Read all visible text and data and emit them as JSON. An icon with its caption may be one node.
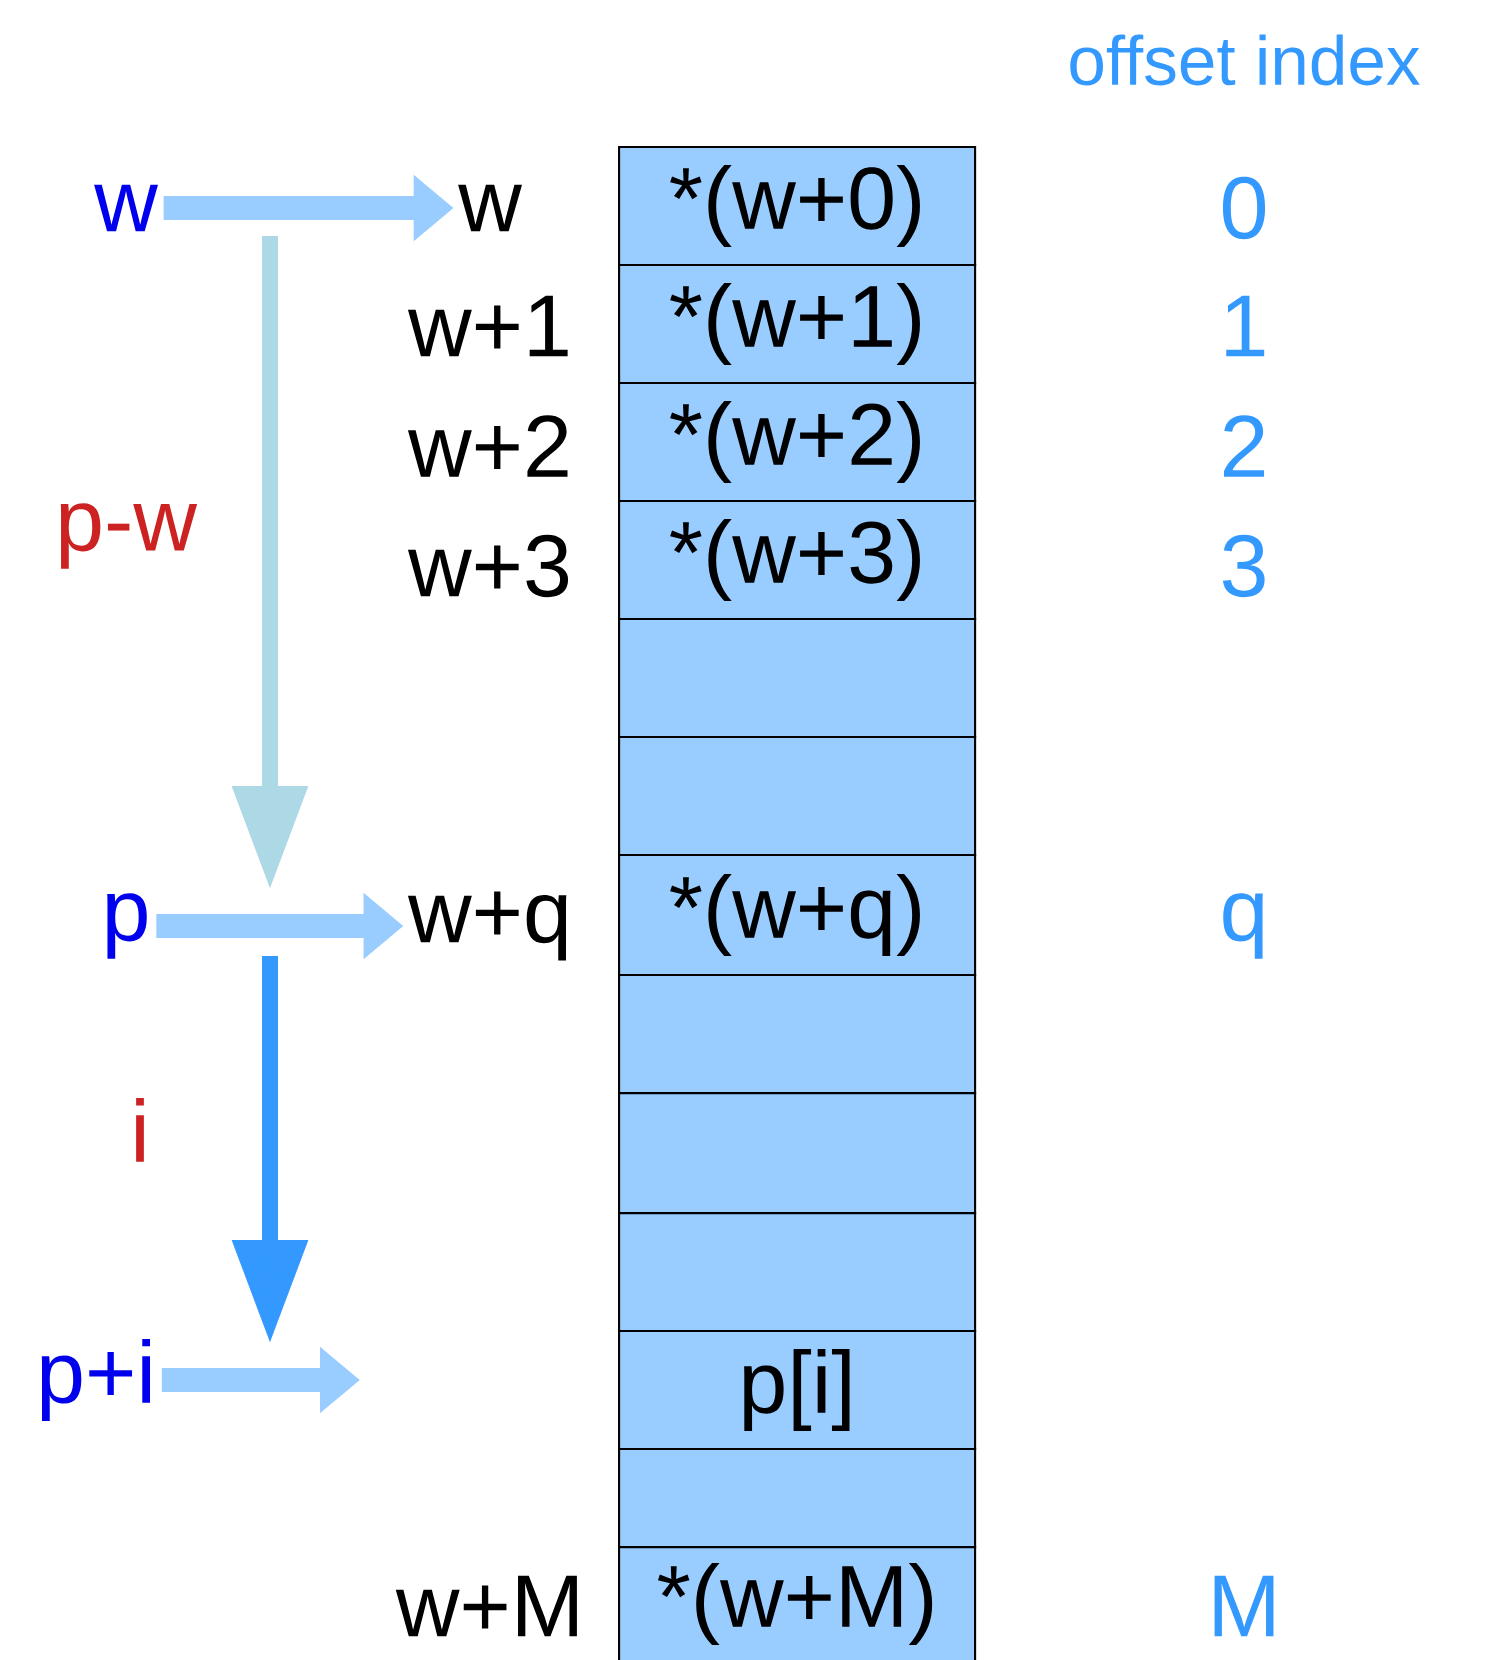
{
  "diagram": {
    "nodes": [
      {
        "text": [
          "w"
        ]
      },
      {
        "text": [
          "p"
        ]
      },
      {
        "text": [
          "p+i"
        ]
      },
      {
        "text": [
          "w"
        ]
      },
      {
        "text": [
          "w+1"
        ]
      },
      {
        "text": [
          "w+2"
        ]
      },
      {
        "text": [
          "w+3"
        ]
      },
      {
        "text": [
          "w+q"
        ]
      },
      {
        "text": [
          "w+M"
        ]
      },
      {
        "text": [
          "*(w+0)"
        ]
      },
      {
        "text": [
          "*(w+1)"
        ]
      },
      {
        "text": [
          "*(w+2)"
        ]
      },
      {
        "text": [
          "*(w+3)"
        ]
      },
      {
        "text": [],
        "shape": "box"
      },
      {
        "text": [],
        "shape": "box"
      },
      {
        "text": [
          "*(w+q)"
        ]
      },
      {
        "text": [],
        "shape": "box"
      },
      {
        "text": [],
        "shape": "box"
      },
      {
        "text": [],
        "shape": "box"
      },
      {
        "text": [
          "p[i]"
        ]
      },
      {
        "text": [],
        "shape": "box"
      },
      {
        "text": [
          "*(w+M)"
        ]
      }
    ],
    "edges": [
      {
        "from": 0,
        "to": 3,
        "arrow": "to"
      },
      {
        "from": 1,
        "to": 7,
        "arrow": "to"
      },
      {
        "from": 2,
        "to": null,
        "arrow": "to"
      },
      {
        "from": 0,
        "to": 1,
        "arrow": "to",
        "label": "p-w",
        "color": "#add8e6"
      },
      {
        "from": 1,
        "to": 2,
        "arrow": "to",
        "label": "i",
        "color": "#3399ff"
      }
    ],
    "labels": [
      "offset index",
      "0",
      "1",
      "2",
      "3",
      "q",
      "M"
    ]
  }
}
